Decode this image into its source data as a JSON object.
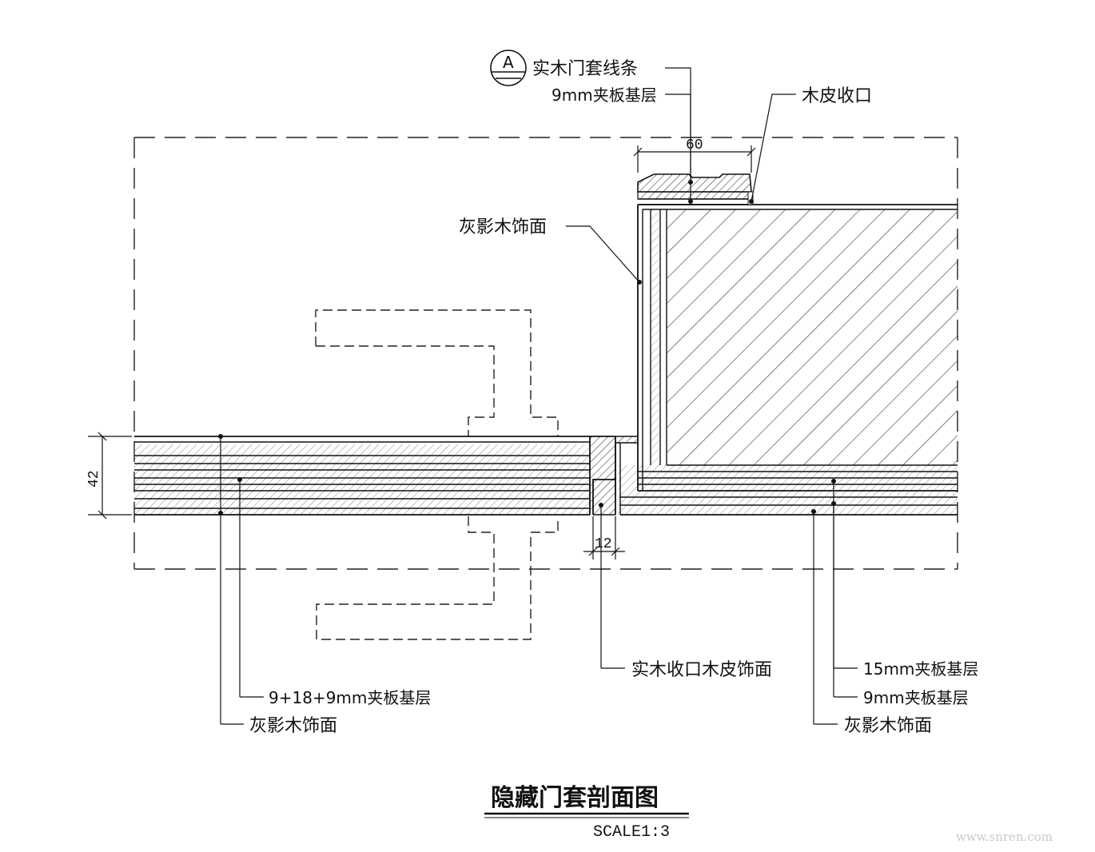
{
  "drawing": {
    "title": "隐藏门套剖面图",
    "scale": "SCALE1:3",
    "watermark": "www.snren.com",
    "section_marker": "A"
  },
  "labels": {
    "solid_wood_trim": "实木门套线条",
    "ply_9mm_top": "9mm夹板基层",
    "veneer_edge": "木皮收口",
    "grey_shadow_top": "灰影木饰面",
    "solid_wood_edge_veneer": "实木收口木皮饰面",
    "ply_15mm": "15mm夹板基层",
    "ply_9mm_right": "9mm夹板基层",
    "grey_shadow_right": "灰影木饰面",
    "ply_combo_left": "9+18+9mm夹板基层",
    "grey_shadow_left": "灰影木饰面"
  },
  "dimensions": {
    "trim_width": "60",
    "door_thickness": "42",
    "gap": "12"
  },
  "colors": {
    "line": "#111111",
    "watermark": "#c9c9c9"
  }
}
